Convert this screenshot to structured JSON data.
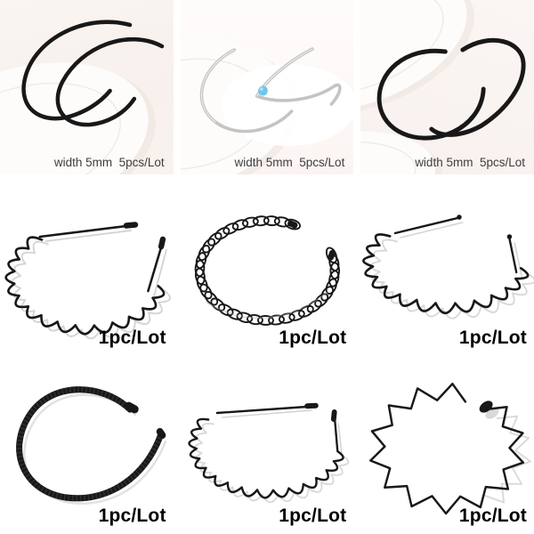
{
  "products": [
    {
      "name": "thin-black-headband-pair-on-plate",
      "label": "width 5mm  5pcs/Lot"
    },
    {
      "name": "thin-silver-headband-pair-with-bead",
      "label": "width 5mm  5pcs/Lot"
    },
    {
      "name": "thin-black-headband-pair",
      "label": "width 5mm  5pcs/Lot"
    },
    {
      "name": "wavy-teeth-headband",
      "label": "1pc/Lot"
    },
    {
      "name": "spiral-coil-headband",
      "label": "1pc/Lot"
    },
    {
      "name": "deep-wave-headband",
      "label": "1pc/Lot"
    },
    {
      "name": "thick-spring-headband",
      "label": "1pc/Lot"
    },
    {
      "name": "tight-wave-headband",
      "label": "1pc/Lot"
    },
    {
      "name": "zigzag-circle-headband",
      "label": "1pc/Lot"
    }
  ],
  "colors": {
    "band_black": "#181818",
    "band_silver": "#c4c4c4",
    "band_silver_highlight": "#ebebeb",
    "bead_blue": "#6fc5ec",
    "bead_blue_light": "#b5e3f7",
    "shadow_gray": "#b5b3b1",
    "plate_white": "#fefcfa",
    "plate_shadow": "#e8e0da",
    "plate_rim": "#efe7e1",
    "label_gray": "#3d3d3d",
    "label_black": "#000000"
  }
}
